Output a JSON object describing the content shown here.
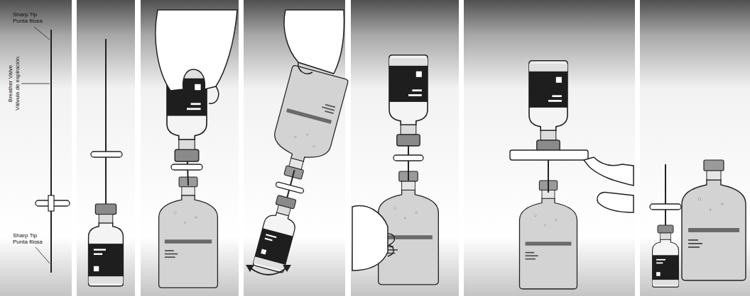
{
  "diagram": {
    "labels": [
      "Sharp Tip",
      "Punta filosa",
      "Breather Valve",
      "Válvula de espiración",
      "Sharp Tip",
      "Punta filosa"
    ]
  }
}
